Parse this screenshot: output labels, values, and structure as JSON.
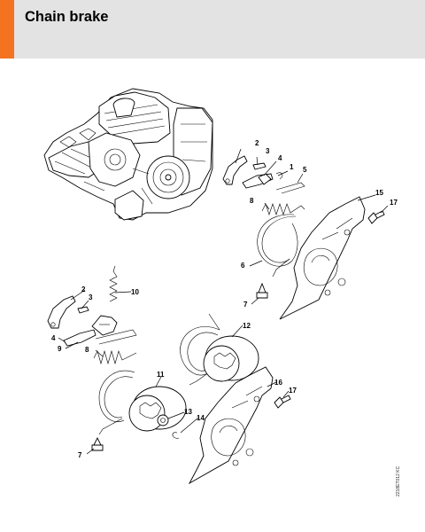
{
  "page": {
    "title": "Chain brake",
    "doc_id": "2218ET012 KC"
  },
  "callouts": [
    {
      "id": "c2a",
      "text": "2"
    },
    {
      "id": "c3a",
      "text": "3"
    },
    {
      "id": "c4a",
      "text": "4"
    },
    {
      "id": "c1a",
      "text": "1"
    },
    {
      "id": "c5a",
      "text": "5"
    },
    {
      "id": "c8a",
      "text": "8"
    },
    {
      "id": "c15",
      "text": "15"
    },
    {
      "id": "c17a",
      "text": "17"
    },
    {
      "id": "c6a",
      "text": "6"
    },
    {
      "id": "c7a",
      "text": "7"
    },
    {
      "id": "c2b",
      "text": "2"
    },
    {
      "id": "c3b",
      "text": "3"
    },
    {
      "id": "c10",
      "text": "10"
    },
    {
      "id": "c4b",
      "text": "4"
    },
    {
      "id": "c9",
      "text": "9"
    },
    {
      "id": "c8b",
      "text": "8"
    },
    {
      "id": "c12",
      "text": "12"
    },
    {
      "id": "c11",
      "text": "11"
    },
    {
      "id": "c16",
      "text": "16"
    },
    {
      "id": "c17b",
      "text": "17"
    },
    {
      "id": "c13",
      "text": "13"
    },
    {
      "id": "c14",
      "text": "14"
    },
    {
      "id": "c7b",
      "text": "7"
    }
  ]
}
